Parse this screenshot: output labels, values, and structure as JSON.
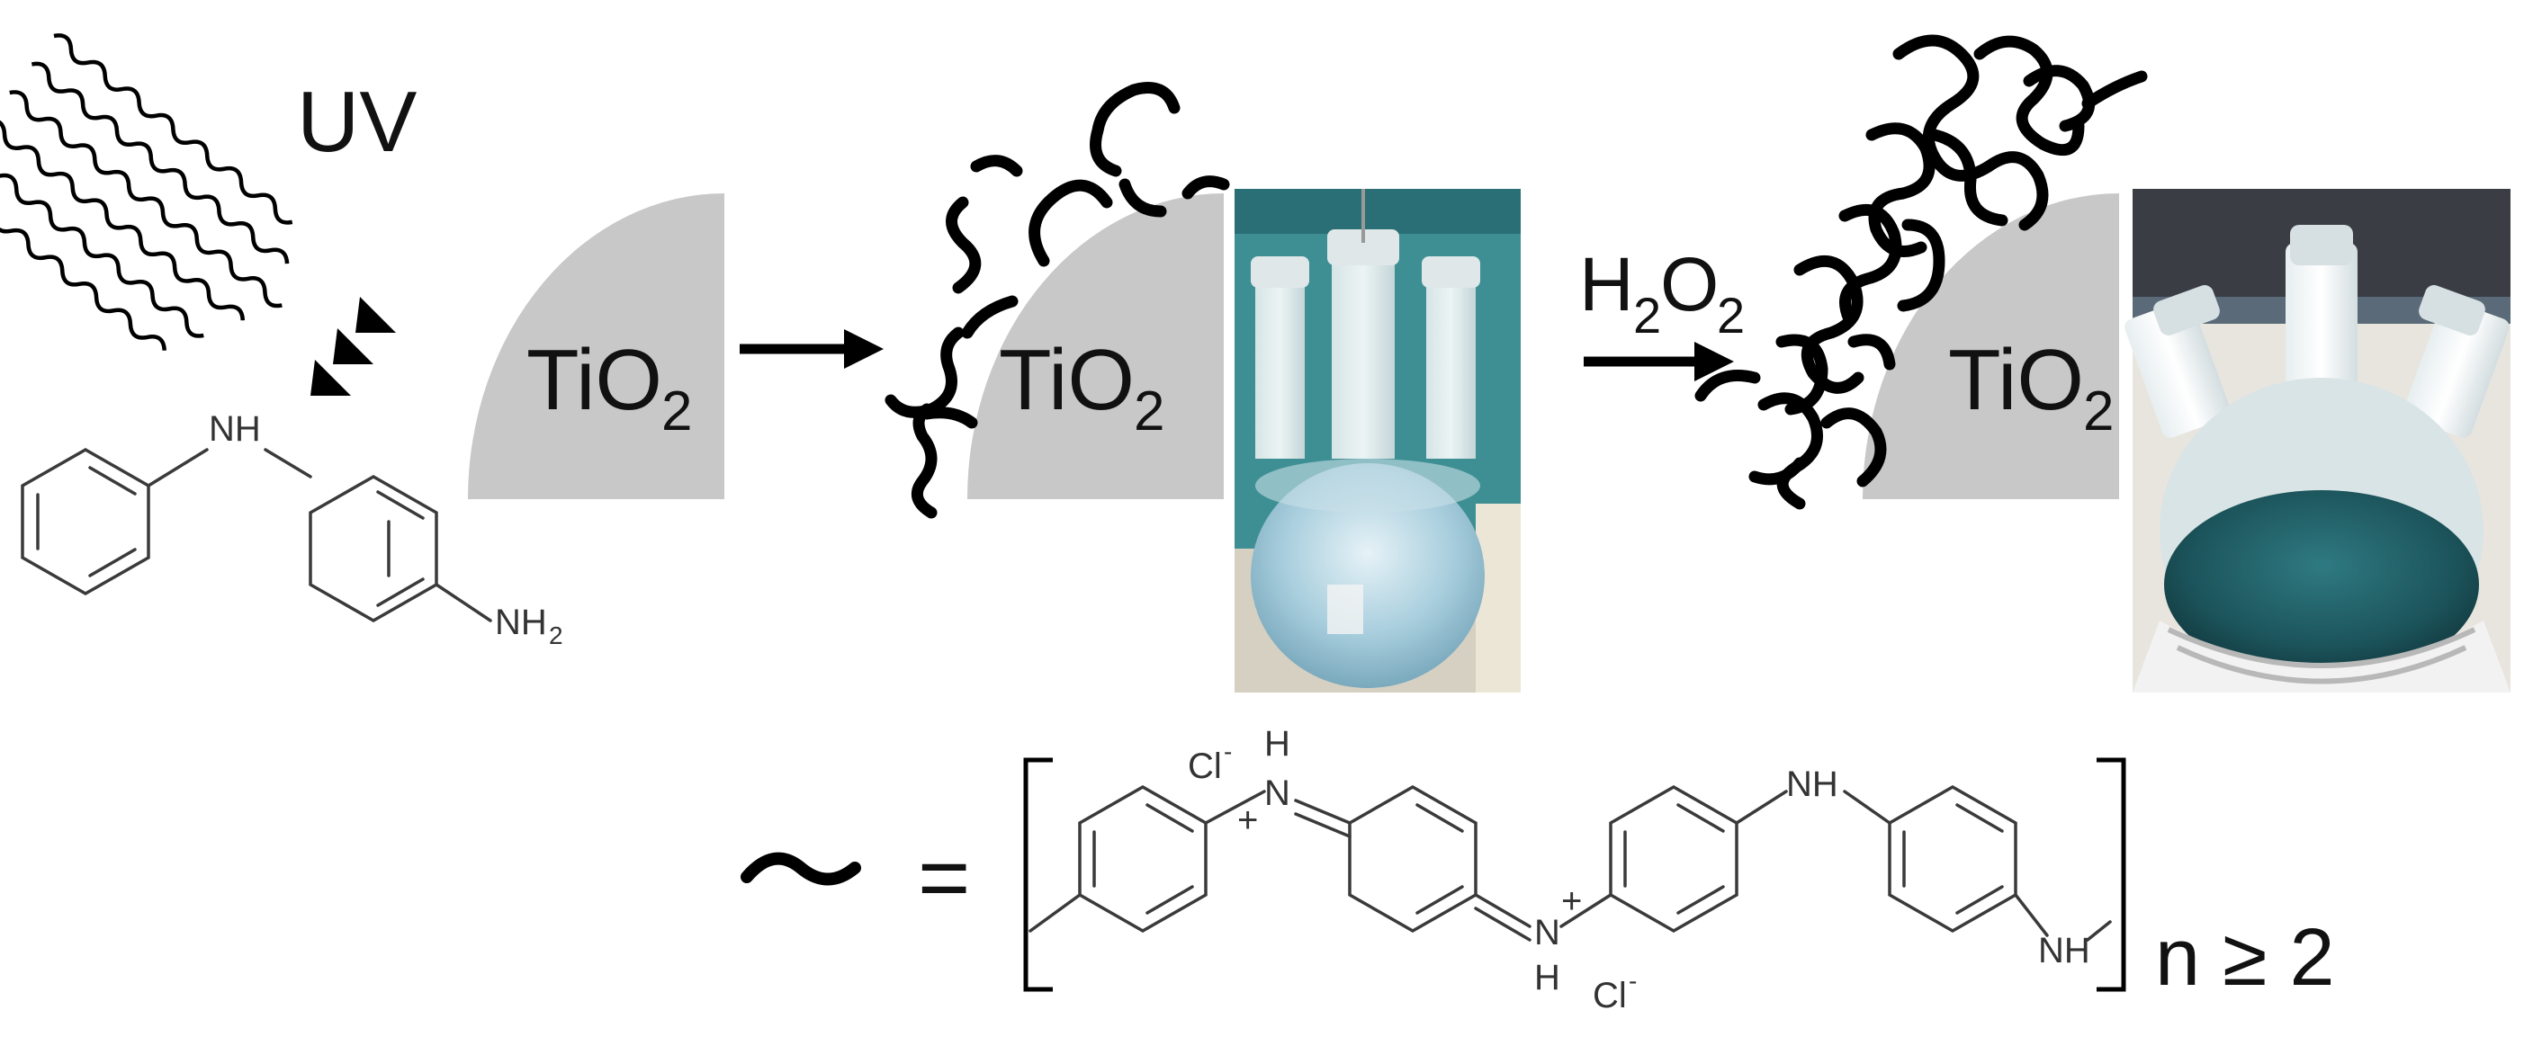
{
  "labels": {
    "uv": "UV",
    "tio2_main": "TiO",
    "tio2_sub": "2",
    "h2o2_h": "H",
    "h2o2_sub1": "2",
    "h2o2_o": "O",
    "h2o2_sub2": "2"
  },
  "monomer": {
    "nh": "NH",
    "nh2_main": "NH",
    "nh2_sub": "2"
  },
  "repeat_unit": {
    "cl": "Cl",
    "minus": "-",
    "plus": "+",
    "h": "H",
    "n": "N",
    "nh": "NH",
    "equals": "=",
    "subscript": "n ≥ 2"
  },
  "colors": {
    "tio2_fill": "#c8c8c8",
    "photo_bg": "#3e8f93",
    "solution_light": "#9ec8d9",
    "solution_dark": "#1f5962"
  }
}
